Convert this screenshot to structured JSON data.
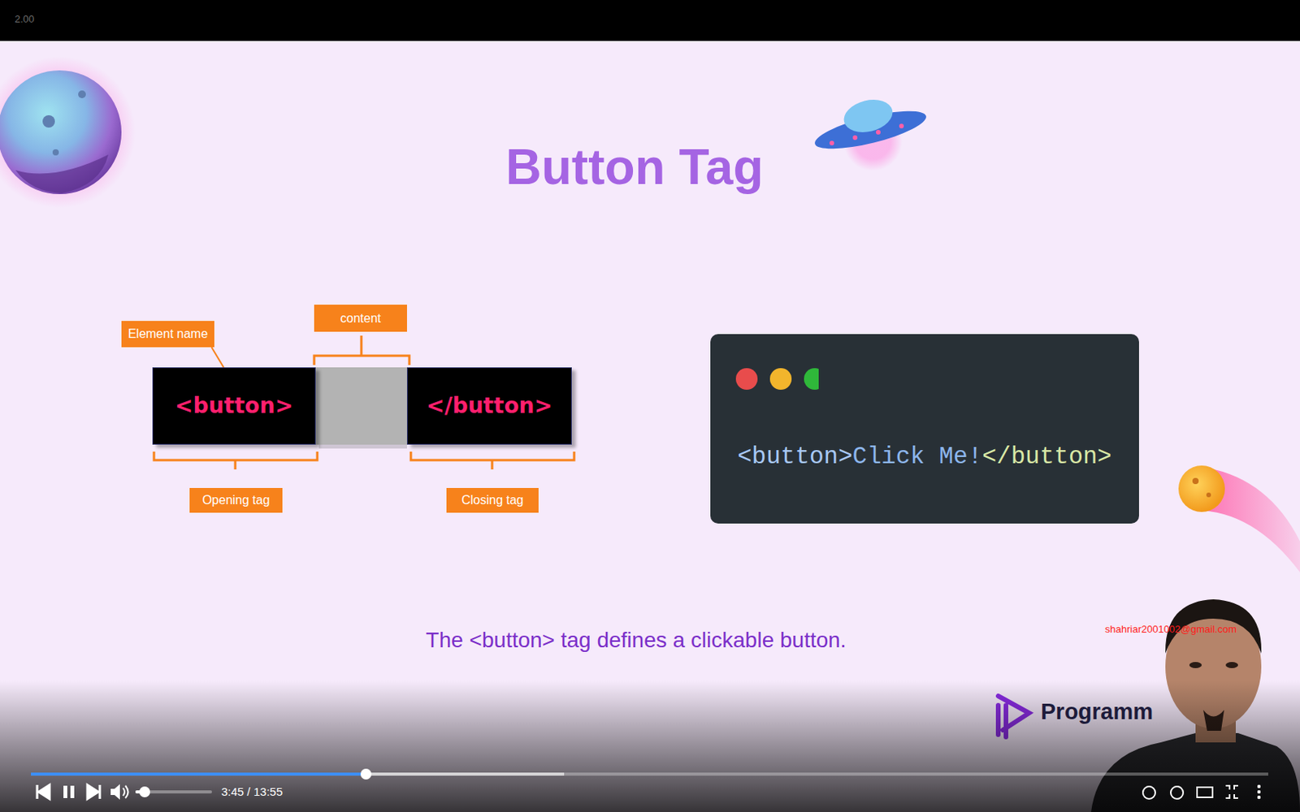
{
  "diagram": {
    "title": "Button Tag",
    "caption": "The <button> tag defines a clickable button.",
    "nodes": [
      {
        "text": [
          "Element name"
        ]
      },
      {
        "text": [
          "content"
        ]
      },
      {
        "text": [
          "<button>"
        ]
      },
      {
        "text": [
          "</button>"
        ]
      },
      {
        "text": [
          "<button>",
          "Click Me!",
          "</button>"
        ]
      },
      {
        "text": [
          "Opening tag"
        ]
      },
      {
        "text": [
          "Closing tag"
        ]
      }
    ],
    "edges": [
      {
        "from": 0,
        "to": 2,
        "arrow": "none"
      }
    ],
    "labels": [
      "2.00",
      "shahriar2001002@gmail.com",
      "Programm",
      "3:45 / 13:55"
    ]
  }
}
